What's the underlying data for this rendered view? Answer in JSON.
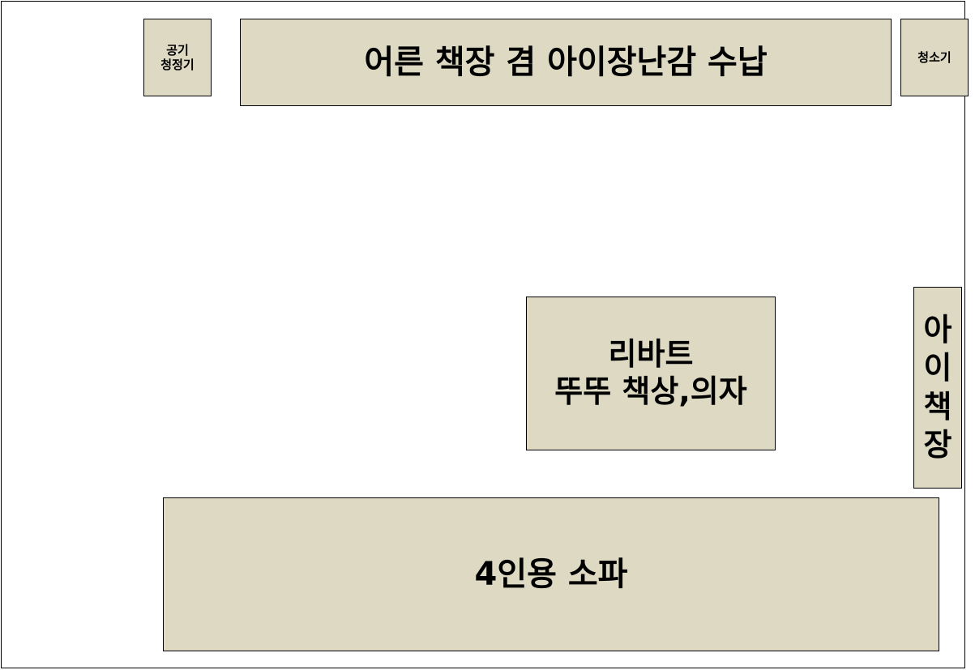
{
  "floor_plan": {
    "items": {
      "air_purifier": "공기\n청정기",
      "bookshelf_storage": "어른 책장 겸 아이장난감 수납",
      "vacuum": "청소기",
      "desk": "리바트\n뚜뚜 책상,의자",
      "kids_bookshelf": "아\n이\n책\n장",
      "sofa": "4인용 소파"
    },
    "colors": {
      "furniture_fill": "#ddd9c3",
      "outline": "#000000",
      "background": "#ffffff"
    }
  }
}
